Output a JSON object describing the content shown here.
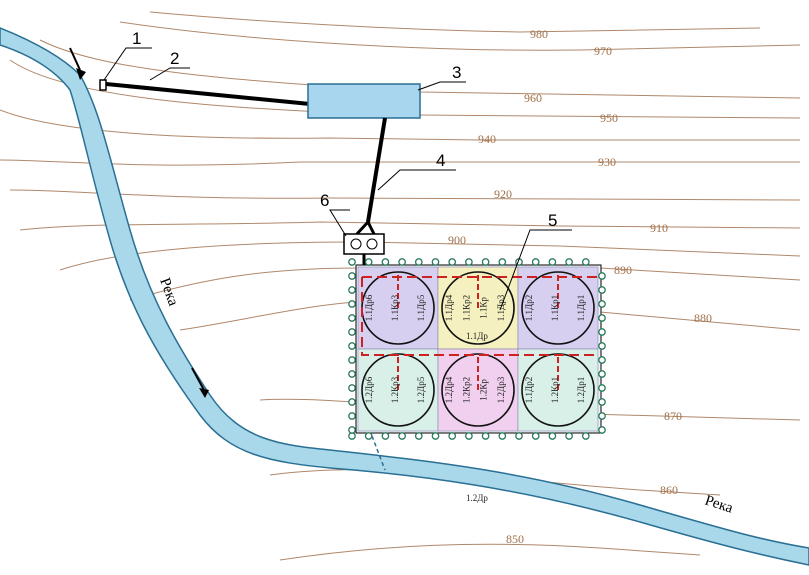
{
  "contour_labels": [
    "980",
    "970",
    "960",
    "950",
    "940",
    "930",
    "920",
    "910",
    "900",
    "890",
    "880",
    "870",
    "860",
    "850"
  ],
  "callouts": [
    "1",
    "2",
    "3",
    "4",
    "5",
    "6"
  ],
  "river_labels": [
    "Река",
    "Река"
  ],
  "cells": [
    {
      "labels": [
        "1.1Др6",
        "1.1Кр3",
        "1.1Др5"
      ],
      "color": "#d7cff0"
    },
    {
      "labels": [
        "1.1Др4",
        "1.1Кр2",
        "1.1Кр",
        "1.1Др3"
      ],
      "color": "#f4f0c0"
    },
    {
      "labels": [
        "1.1Др2",
        "1.1Кр1",
        "1.1Др1"
      ],
      "color": "#d7cff0"
    },
    {
      "labels": [
        "1.2Др6",
        "1.2Кр3",
        "1.2Др5"
      ],
      "color": "#d8f0e8"
    },
    {
      "labels": [
        "1.2Др4",
        "1.2Кр2",
        "1.2Кр",
        "1.2Др3"
      ],
      "color": "#f0d0ee"
    },
    {
      "labels": [
        "1.1Др2",
        "1.2Кр1",
        "1.2Др1"
      ],
      "color": "#d8f0e8"
    }
  ],
  "center_labels": [
    "1.1Др",
    "1.2Др"
  ],
  "colors": {
    "river": "#a8d8ea",
    "river_edge": "#2a6f94",
    "contour": "#b0886a",
    "pipe": "#000000",
    "reservoir": "#a9d6ef",
    "pump": "#cc2222"
  }
}
